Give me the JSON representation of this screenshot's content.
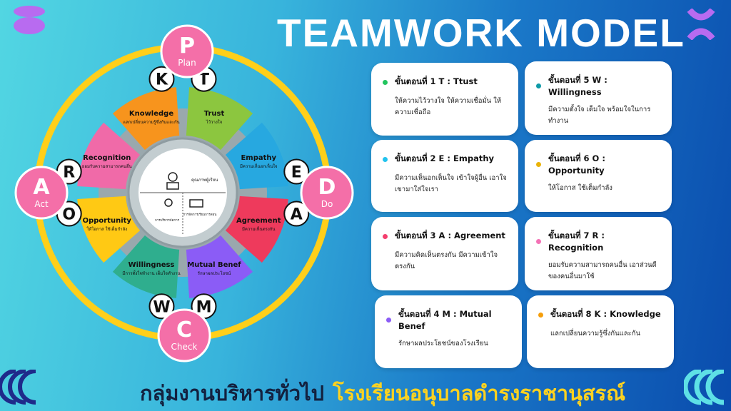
{
  "title": "TEAMWORK MODEL",
  "footer": {
    "group": "กลุ่มงานบริหารทั่วไป",
    "school": "โรงเรียนอนุบาลดำรงราชานุสรณ์"
  },
  "cycle": [
    {
      "letter": "P",
      "label": "Plan"
    },
    {
      "letter": "D",
      "label": "Do"
    },
    {
      "letter": "C",
      "label": "Check"
    },
    {
      "letter": "A",
      "label": "Act"
    }
  ],
  "center": {
    "top": "คุณภาพผู้เรียน",
    "left": "การบริหารจัดการ",
    "right": "การจัดการเรียนการสอน"
  },
  "segments": [
    {
      "letter": "T",
      "name": "Trust",
      "desc": "ไว้วางใจ",
      "color": "#8cc63f"
    },
    {
      "letter": "E",
      "name": "Empathy",
      "desc": "มีความเห็นอกเห็นใจ",
      "color": "#27a8e0"
    },
    {
      "letter": "A",
      "name": "Agreement",
      "desc": "มีความเห็นตรงกัน",
      "color": "#ee3a5c"
    },
    {
      "letter": "M",
      "name": "Mutual Benef",
      "desc": "รักษาผลประโยชน์",
      "color": "#8b5cf6"
    },
    {
      "letter": "W",
      "name": "Willingness",
      "desc": "มีการตั้งใจทำงาน เต็มใจทำงาน",
      "color": "#2fae8e"
    },
    {
      "letter": "O",
      "name": "Opportunity",
      "desc": "ให้โอกาส ใช้เต็มกำลัง",
      "color": "#ffc914"
    },
    {
      "letter": "R",
      "name": "Recognition",
      "desc": "ยอมรับความสามารถคนอื่น",
      "color": "#f06aa8"
    },
    {
      "letter": "K",
      "name": "Knowledge",
      "desc": "แลกเปลี่ยนความรู้ซึ่งกันและกัน",
      "color": "#f7941d"
    }
  ],
  "cards": [
    {
      "title": "ขั้นตอนที่ 1 T : Ttust",
      "desc": "ให้ความไว้วางใจ ให้ความเชื่อมั่น ให้ความเชื่อถือ",
      "color": "#22c55e"
    },
    {
      "title": "ขั้นตอนที่ 5 W : Willingness",
      "desc": "มีความตั้งใจ เต็มใจ พร้อมใจในการทำงาน",
      "color": "#0e9aa7"
    },
    {
      "title": "ขั้นตอนที่ 2 E : Empathy",
      "desc": "มีความเห็นอกเห็นใจ เข้าใจผู้อื่น เอาใจเขามาใส่ใจเรา",
      "color": "#22c3ee"
    },
    {
      "title": "ขั้นตอนที่ 6 O : Opportunity",
      "desc": "ให้โอกาส ใช้เต็มกำลัง",
      "color": "#eab308"
    },
    {
      "title": "ขั้นตอนที่ 3 A : Agreement",
      "desc": "มีความคิดเห็นตรงกัน มีความเข้าใจตรงกัน",
      "color": "#f43f6e"
    },
    {
      "title": "ขั้นตอนที่ 7 R : Recognition",
      "desc": "ยอมรับความสามารถคนอื่น เอาส่วนดีของคนอื่นมาใช้",
      "color": "#f472b6"
    },
    {
      "title": "ขั้นตอนที่ 4 M : Mutual Benef",
      "desc": "รักษาผลประโยชน์ของโรงเรียน",
      "color": "#8b5cf6"
    },
    {
      "title": "ขั้นตอนที่ 8 K : Knowledge",
      "desc": "แลกเปลี่ยนความรู้ซึ่งกันและกัน",
      "color": "#f59e0b"
    }
  ]
}
